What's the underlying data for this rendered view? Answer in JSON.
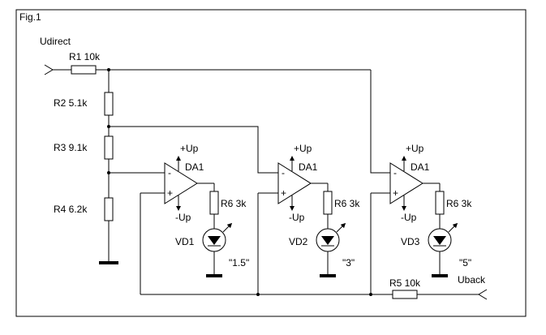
{
  "figure": {
    "title": "Fig.1",
    "input_label": "Udirect",
    "output_label": "Uback"
  },
  "resistors": {
    "r1": "R1 10k",
    "r2": "R2 5.1k",
    "r3": "R3 9.1k",
    "r4": "R4 6.2k",
    "r5": "R5 10k"
  },
  "stages": [
    {
      "opamp": "DA1",
      "supply_pos": "+Up",
      "supply_neg": "-Up",
      "minus": "-",
      "plus": "+",
      "resistor": "R6 3k",
      "led": "VD1",
      "threshold": "\"1.5\""
    },
    {
      "opamp": "DA1",
      "supply_pos": "+Up",
      "supply_neg": "-Up",
      "minus": "-",
      "plus": "+",
      "resistor": "R6 3k",
      "led": "VD2",
      "threshold": "\"3\""
    },
    {
      "opamp": "DA1",
      "supply_pos": "+Up",
      "supply_neg": "-Up",
      "minus": "-",
      "plus": "+",
      "resistor": "R6 3k",
      "led": "VD3",
      "threshold": "\"5\""
    }
  ]
}
